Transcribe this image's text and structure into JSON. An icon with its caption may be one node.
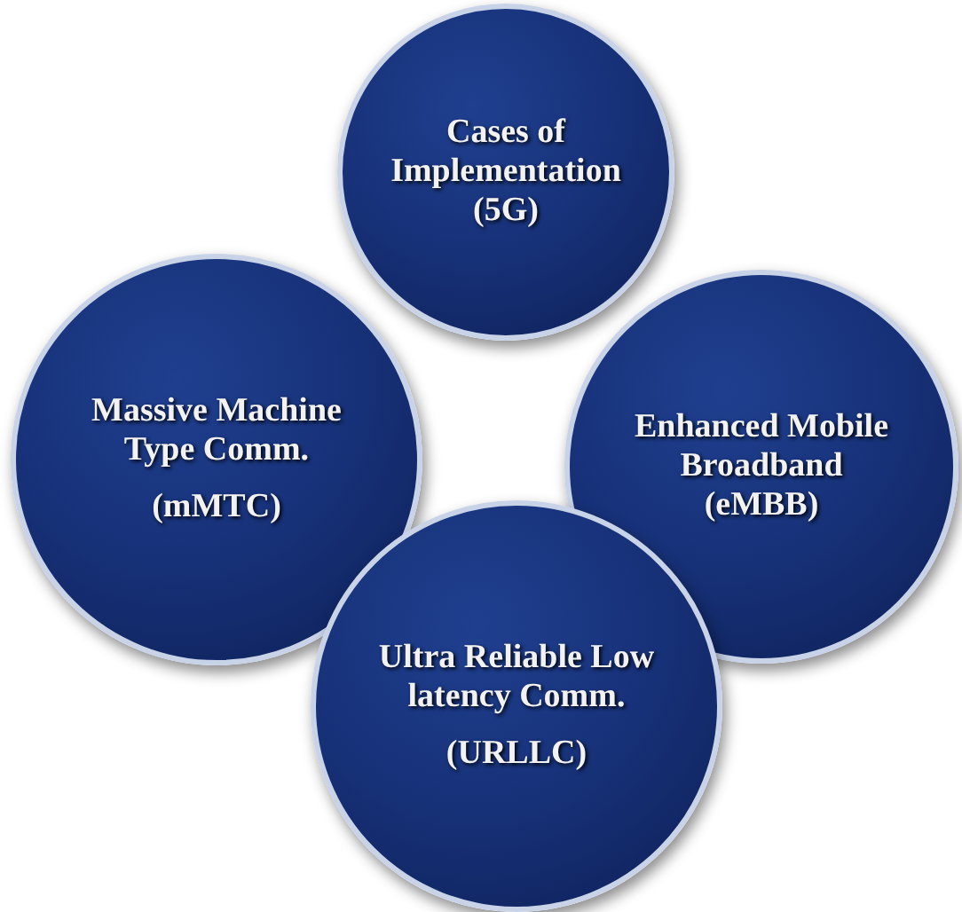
{
  "diagram": {
    "nodes": [
      {
        "text": [
          "Cases of Implementation (5G)"
        ]
      },
      {
        "text": [
          "Massive Machine Type Comm.",
          "(mMTC)"
        ]
      },
      {
        "text": [
          "Enhanced Mobile Broadband (eMBB)"
        ]
      },
      {
        "text": [
          "Ultra Reliable Low latency Comm.",
          "(URLLC)"
        ]
      }
    ],
    "edges": []
  }
}
